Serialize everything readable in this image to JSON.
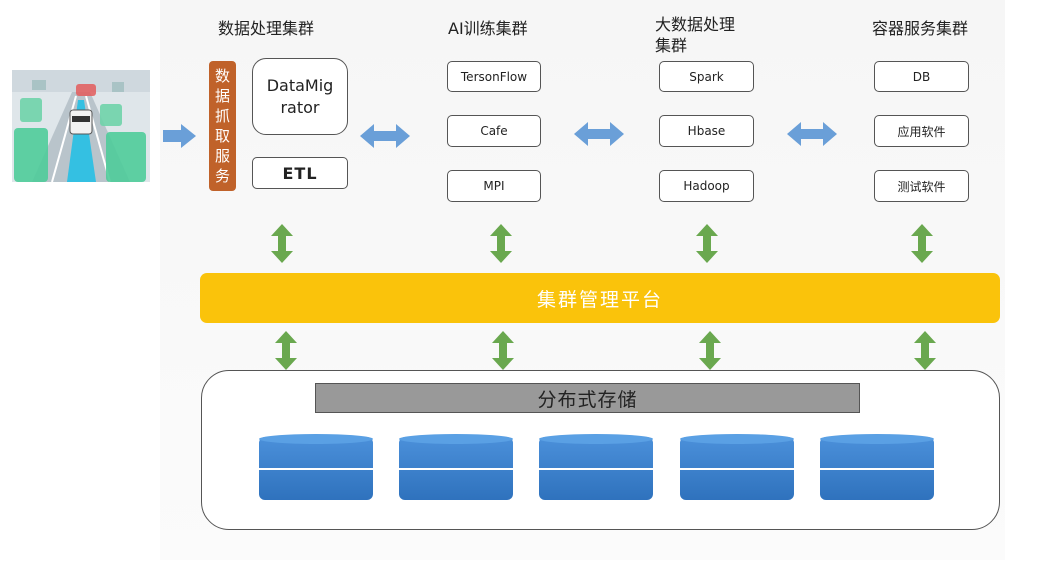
{
  "columns": [
    {
      "title_lines": [
        "数据处理集群"
      ]
    },
    {
      "title_lines": [
        "AI训练集群"
      ]
    },
    {
      "title_lines": [
        "大数据处理",
        "集群"
      ]
    },
    {
      "title_lines": [
        "容器服务集群"
      ]
    }
  ],
  "data_processing": {
    "service_chars": [
      "数",
      "据",
      "抓",
      "取",
      "服",
      "务"
    ],
    "datamigrator_lines": [
      "DataMig",
      "rator"
    ],
    "etl_label": "ETL"
  },
  "ai_training": {
    "items": [
      "TersonFlow",
      "Cafe",
      "MPI"
    ]
  },
  "big_data": {
    "items": [
      "Spark",
      "Hbase",
      "Hadoop"
    ]
  },
  "container": {
    "items": [
      "DB",
      "应用软件",
      "测试软件"
    ]
  },
  "management_platform": "集群管理平台",
  "storage": {
    "label": "分布式存储",
    "disk_count": 5
  },
  "colors": {
    "arrow_blue": "#6a9fd8",
    "arrow_green": "#6aa84f",
    "disk_blue": "#3f84d0",
    "service_orange": "#c0622a",
    "platform_yellow": "#fac30b",
    "storage_gray": "#999999"
  },
  "icons": {
    "input_image": "road-scene-image",
    "flow_arrow": "double-arrow-icon",
    "vertical_arrow": "vertical-double-arrow-icon",
    "disk": "database-cylinder-icon"
  }
}
